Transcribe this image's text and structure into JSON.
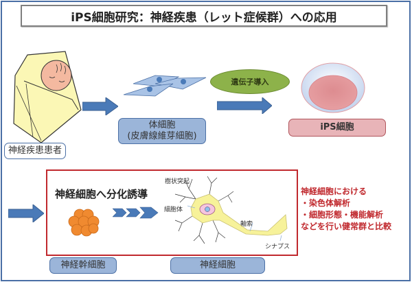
{
  "title": "iPS細胞研究：神経疾患（レット症候群）への応用",
  "patient": {
    "label": "神経疾患患者"
  },
  "somatic_cell": {
    "line1": "体細胞",
    "line2": "(皮膚線維芽細胞)"
  },
  "gene_transfer": {
    "label": "遺伝子導入"
  },
  "ips_cell": {
    "label": "iPS細胞"
  },
  "differentiation": {
    "title": "神経細胞へ分化誘導",
    "neuron_parts": {
      "dendrite": "樹状突起",
      "cell_body": "細胞体",
      "axon": "軸索",
      "synapse": "シナプス"
    }
  },
  "neural_stem_cell": {
    "label": "神経幹細胞"
  },
  "neuron": {
    "label": "神経細胞"
  },
  "analysis": {
    "lines": [
      "神経細胞における",
      "・染色体解析",
      "・細胞形態・機能解析",
      "などを行い健常群と比較"
    ]
  },
  "colors": {
    "arrow": "#4a7ab8",
    "frame": "#4a6fa5",
    "red": "#c0282d",
    "box_blue": "#9bb5d9",
    "ips_pink": "#e8b4b8",
    "oval_green": "#8db24a",
    "stem_orange": "#f08a30",
    "neuron_yellow": "#f7f29a"
  }
}
